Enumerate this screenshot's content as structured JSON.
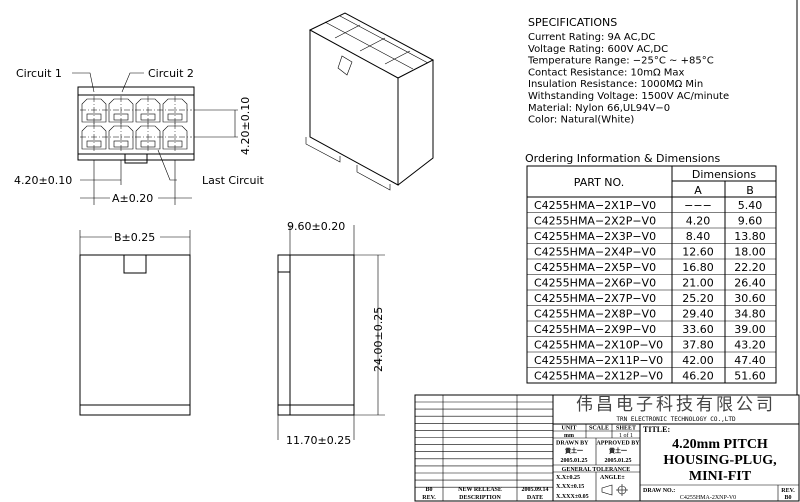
{
  "front_view": {
    "circuit_1": "Circuit 1",
    "circuit_2": "Circuit 2",
    "last_circuit": "Last Circuit",
    "pitch_h": "4.20±0.10",
    "pitch_v": "4.20±0.10",
    "dim_a": "A±0.20"
  },
  "bottom_view": {
    "dim_b": "B±0.25"
  },
  "side_view": {
    "width": "9.60±0.20",
    "height": "24.00±0.25",
    "depth": "11.70±0.25"
  },
  "specifications": {
    "heading": "SPECIFICATIONS",
    "lines": [
      "Current Rating: 9A AC,DC",
      "Voltage Rating: 600V AC,DC",
      "Temperature Range: −25°C ~ +85°C",
      "Contact Resistance: 10mΩ Max",
      "Insulation Resistance: 1000MΩ Min",
      "Withstanding Voltage: 1500V AC/minute",
      "Material: Nylon 66,UL94V−0",
      "Color: Natural(White)"
    ]
  },
  "ordering": {
    "heading": "Ordering Information & Dimensions",
    "col_part": "PART NO.",
    "col_dims": "Dimensions",
    "col_a": "A",
    "col_b": "B",
    "rows": [
      [
        "C4255HMA−2X1P−V0",
        "−−−",
        "5.40"
      ],
      [
        "C4255HMA−2X2P−V0",
        "4.20",
        "9.60"
      ],
      [
        "C4255HMA−2X3P−V0",
        "8.40",
        "13.80"
      ],
      [
        "C4255HMA−2X4P−V0",
        "12.60",
        "18.00"
      ],
      [
        "C4255HMA−2X5P−V0",
        "16.80",
        "22.20"
      ],
      [
        "C4255HMA−2X6P−V0",
        "21.00",
        "26.40"
      ],
      [
        "C4255HMA−2X7P−V0",
        "25.20",
        "30.60"
      ],
      [
        "C4255HMA−2X8P−V0",
        "29.40",
        "34.80"
      ],
      [
        "C4255HMA−2X9P−V0",
        "33.60",
        "39.00"
      ],
      [
        "C4255HMA−2X10P−V0",
        "37.80",
        "43.20"
      ],
      [
        "C4255HMA−2X11P−V0",
        "42.00",
        "47.40"
      ],
      [
        "C4255HMA−2X12P−V0",
        "46.20",
        "51.60"
      ]
    ]
  },
  "title_block": {
    "company_cn": "伟昌电子科技有限公司",
    "company_en": "TRN ELECTRONIC TECHNOLOGY CO.,LTD",
    "unit_label": "UNIT",
    "unit": "mm",
    "scale_label": "SCALE",
    "sheet_label": "SHEET",
    "sheet": "1 of 1",
    "drawn_by_label": "DRAWN BY",
    "drawn_by": "黄土一",
    "drawn_date": "2005.01.25",
    "approved_by_label": "APPROVED BY",
    "approved_by": "黄土一",
    "approved_date": "2005.01.25",
    "tolerance_label": "GENERAL TOLERANCE",
    "tol_1": "X.X±0.25",
    "tol_2": "X.XX±0.15",
    "tol_3": "X.XXX±0.05",
    "angle_label": "ANGLE±",
    "title_label": "TITLE:",
    "title_1": "4.20mm PITCH",
    "title_2": "HOUSING-PLUG,",
    "title_3": "MINI-FIT",
    "draw_no_label": "DRAW NO.:",
    "draw_no": "C4255HMA-2XNP-V0",
    "rev_label": "REV.",
    "rev": "B0",
    "history_rev": "B0",
    "history_desc": "NEW RELEASE",
    "history_date": "2005.09.14",
    "col_rev": "REV.",
    "col_desc": "DESCRIPTION",
    "col_date": "DATE"
  }
}
